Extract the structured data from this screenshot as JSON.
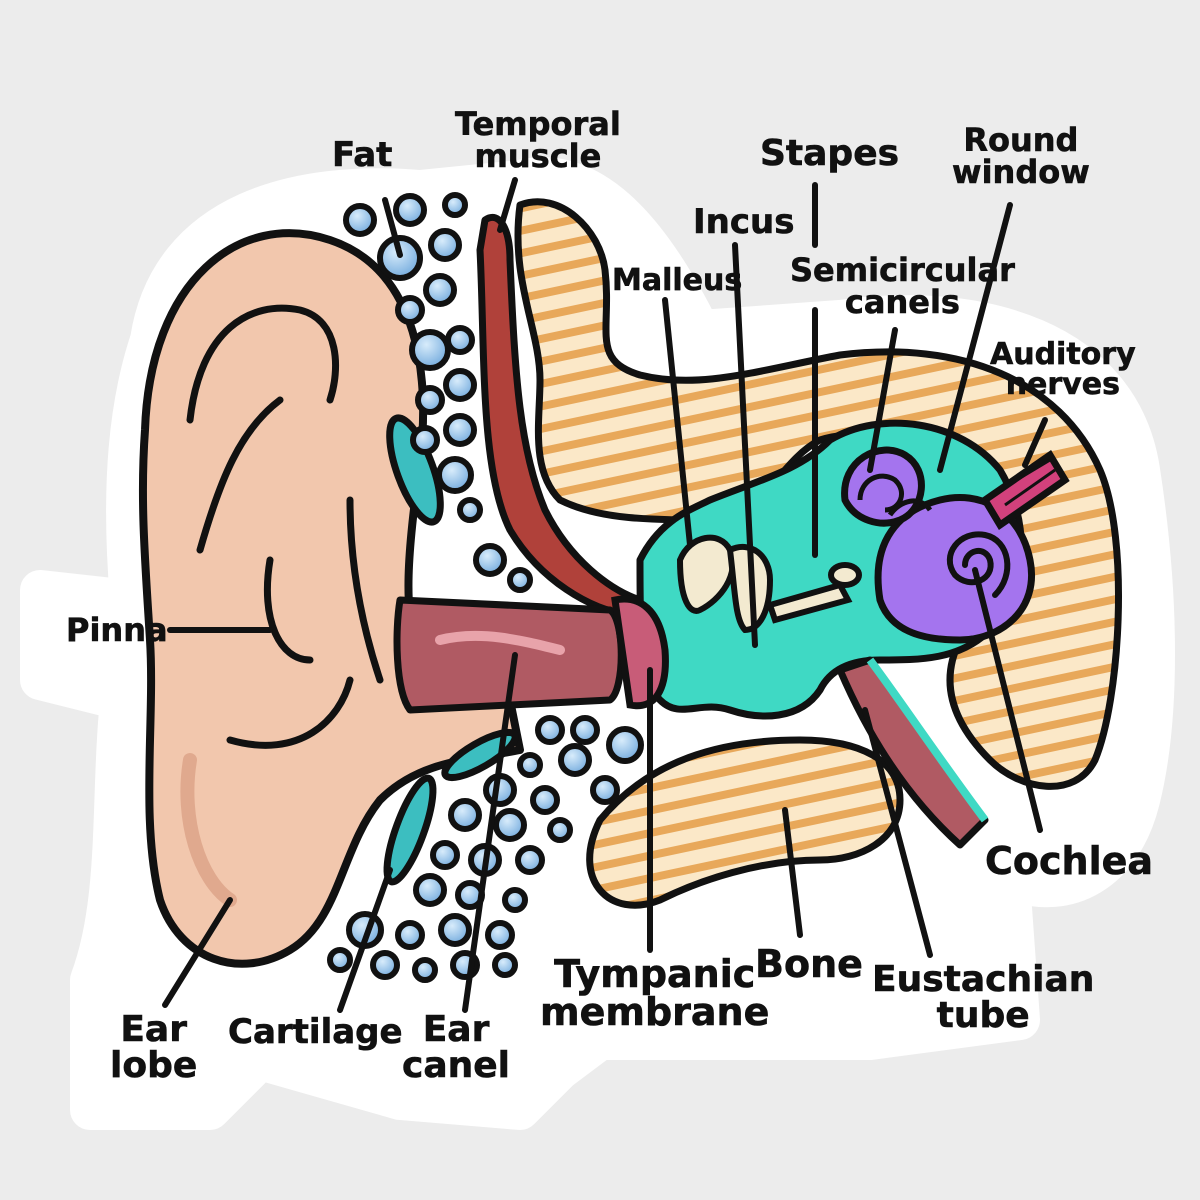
{
  "labels": {
    "fat": "Fat",
    "temporal_muscle": "Temporal\nmuscle",
    "stapes": "Stapes",
    "round_window": "Round\nwindow",
    "incus": "Incus",
    "malleus": "Malleus",
    "semicircular_canals": "Semicircular\ncanels",
    "auditory_nerves": "Auditory\nnerves",
    "pinna": "Pinna",
    "cochlea": "Cochlea",
    "ear_lobe": "Ear\nlobe",
    "cartilage": "Cartilage",
    "ear_canal": "Ear\ncanel",
    "tympanic_membrane": "Tympanic\nmembrane",
    "bone": "Bone",
    "eustachian_tube": "Eustachian\ntube"
  },
  "colors": {
    "background": "#ececec",
    "outline": "#111111",
    "skin": "#f2c7ad",
    "skin_shadow": "#e0a98e",
    "canal": "#b05a63",
    "muscle": "#b0413a",
    "bone_stripe": "#e8a85a",
    "bone_light": "#fbe8c8",
    "fluid_teal": "#3fd9c4",
    "cartilage_teal": "#3cbec0",
    "cochlea_purple": "#a474ee",
    "nerve_pink": "#d2417c",
    "ossicle": "#f3ead0",
    "fat_blue": "#8cc0ea"
  }
}
